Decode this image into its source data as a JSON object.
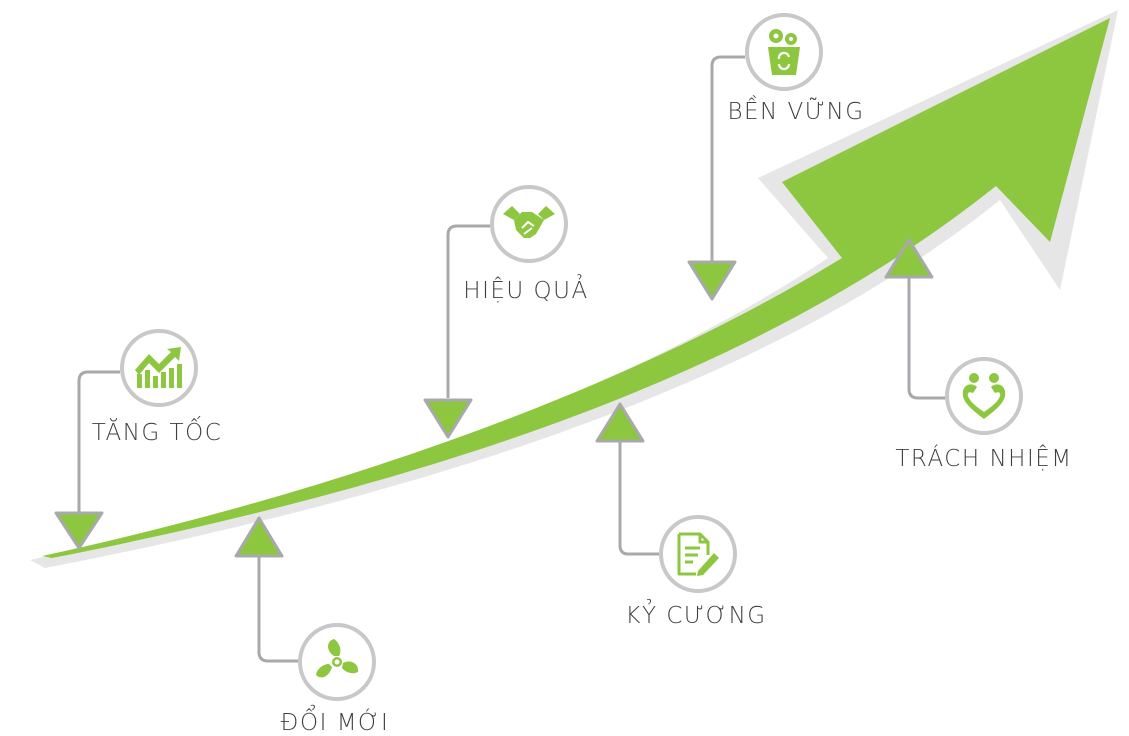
{
  "colors": {
    "arrow": "#8dc63f",
    "arrow_edge": "#e6e6e6",
    "connector": "#a7a9ac",
    "circle_border": "#c8c8c8",
    "text": "#3f3f3f"
  },
  "milestones": [
    {
      "label": "TĂNG TỐC",
      "icon": "chart-growth-icon"
    },
    {
      "label": "ĐỔI MỚI",
      "icon": "fan-propeller-icon"
    },
    {
      "label": "HIỆU QUẢ",
      "icon": "handshake-icon"
    },
    {
      "label": "KỶ CƯƠNG",
      "icon": "document-pen-icon"
    },
    {
      "label": "BỀN VỮNG",
      "icon": "recycle-bin-gears-icon"
    },
    {
      "label": "TRÁCH NHIỆM",
      "icon": "people-heart-icon"
    }
  ]
}
